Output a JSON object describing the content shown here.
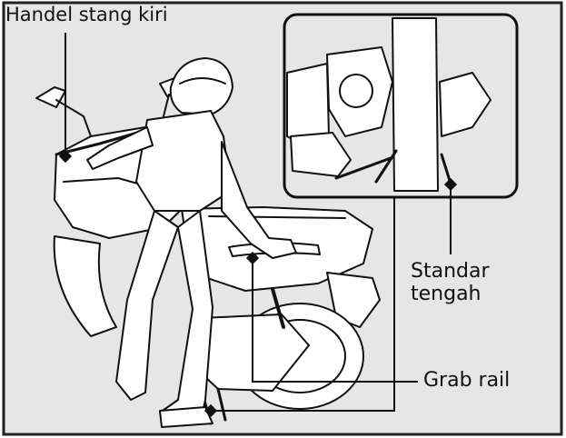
{
  "labels": {
    "handlebar": "Handel stang kiri",
    "center_stand_line1": "Standar",
    "center_stand_line2": "tengah",
    "grab_rail": "Grab rail"
  },
  "colors": {
    "background": "#e6e6e6",
    "line": "#111111",
    "white": "#ffffff"
  }
}
